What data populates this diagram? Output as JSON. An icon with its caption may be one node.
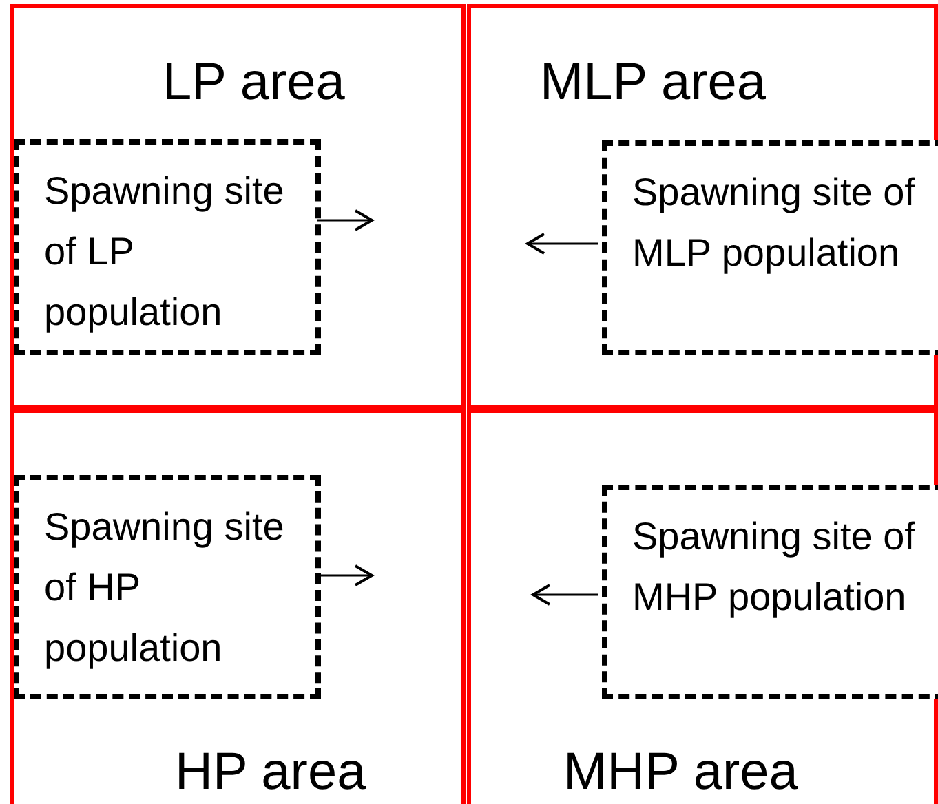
{
  "diagram": {
    "nodes": [
      {
        "text": [
          "LP area"
        ]
      },
      {
        "text": [
          "Spawning site of LP population"
        ],
        "in": 0
      },
      {
        "text": [
          "MLP area"
        ]
      },
      {
        "text": [
          "Spawning site of MLP population"
        ],
        "in": 2
      },
      {
        "text": [
          "HP area"
        ]
      },
      {
        "text": [
          "Spawning site of HP population"
        ],
        "in": 4
      },
      {
        "text": [
          "MHP area"
        ]
      },
      {
        "text": [
          "Spawning site of MHP population"
        ],
        "in": 6
      }
    ],
    "edges": [
      {
        "from": 1,
        "to": null,
        "arrow": "to"
      },
      {
        "from": 3,
        "to": null,
        "arrow": "to"
      },
      {
        "from": 5,
        "to": null,
        "arrow": "to"
      },
      {
        "from": 7,
        "to": null,
        "arrow": "to"
      }
    ]
  }
}
